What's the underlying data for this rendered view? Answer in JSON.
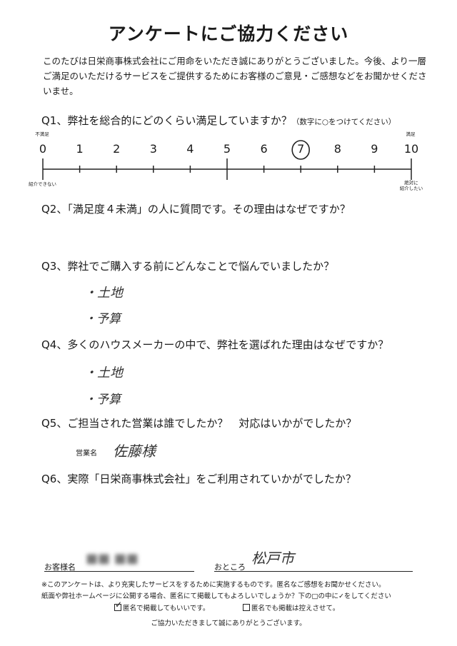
{
  "header": {
    "title": "アンケートにご協力ください"
  },
  "intro": "このたびは日栄商事株式会社にご用命をいただき誠にありがとうございました。今後、より一層ご満足のいただけるサービスをご提供するためにお客様のご意見・ご感想などをお聞かせくださいませ。",
  "q1": {
    "text": "Q1、弊社を総合的にどのくらい満足していますか？",
    "hint": "（数字に○をつけてください）",
    "scale_min_label": "不満足",
    "scale_max_label": "満足",
    "numbers": [
      "0",
      "1",
      "2",
      "3",
      "4",
      "5",
      "6",
      "7",
      "8",
      "9",
      "10"
    ],
    "selected_value": 7,
    "left_caption": "紹介できない",
    "right_caption_1": "絶対に",
    "right_caption_2": "紹介したい"
  },
  "q2": {
    "text": "Q2、「満足度４未満」の人に質問です。その理由はなぜですか？"
  },
  "q3": {
    "text": "Q3、弊社でご購入する前にどんなことで悩んでいましたか？",
    "answers": [
      "・土地",
      "・予算"
    ]
  },
  "q4": {
    "text": "Q4、多くのハウスメーカーの中で、弊社を選ばれた理由はなぜですか？",
    "answers": [
      "・土地",
      "・予算"
    ]
  },
  "q5": {
    "text": "Q5、ご担当された営業は誰でしたか？　対応はいかがでしたか？",
    "sales_label": "営業名",
    "sales_answer": "佐藤様"
  },
  "q6": {
    "text": "Q6、実際「日栄商事株式会社」をご利用されていかがでしたか？"
  },
  "customer": {
    "name_label": "お客様名",
    "name_value": "■■ ■■",
    "address_label": "おところ",
    "address_value": "松戸市"
  },
  "footer": {
    "note1": "※このアンケートは、より充実したサービスをするために実施するものです。匿名なご感想をお聞かせください。",
    "note2": "紙面や弊社ホームページに公開する場合、匿名にて掲載してもよろしいでしょうか？下の□の中に✓をしてください",
    "option_ok": "匿名で掲載してもいいです。",
    "option_ok_checked": true,
    "option_ng": "匿名でも掲載は控えさせて。",
    "thanks": "ご協力いただきまして誠にありがとうございます。"
  }
}
